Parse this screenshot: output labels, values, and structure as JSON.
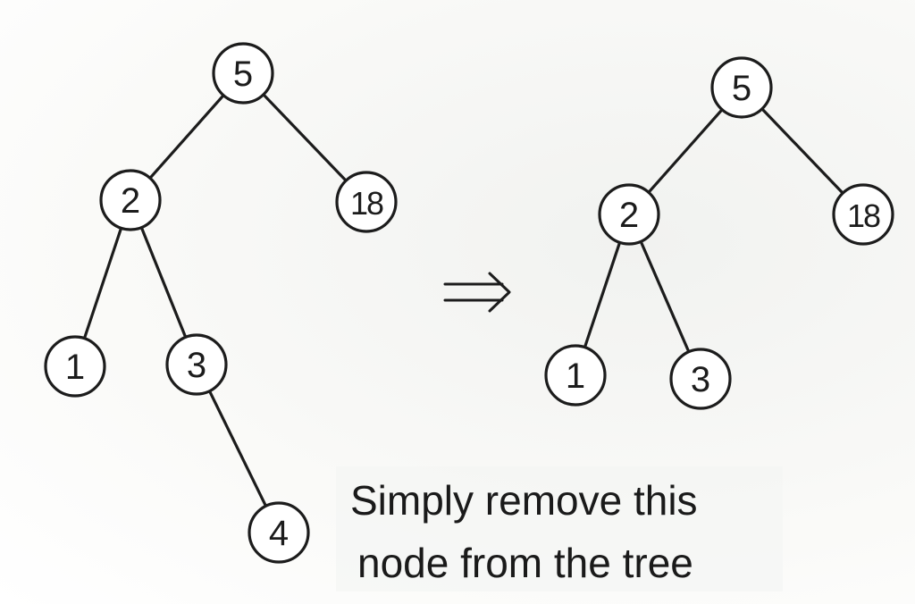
{
  "diagrams": [
    {
      "id": "before",
      "nodes": [
        {
          "id": "b5",
          "label": "5"
        },
        {
          "id": "b2",
          "label": "2"
        },
        {
          "id": "b18",
          "label": "18"
        },
        {
          "id": "b1",
          "label": "1"
        },
        {
          "id": "b3",
          "label": "3"
        },
        {
          "id": "b4",
          "label": "4"
        }
      ],
      "edges": [
        [
          "b5",
          "b2"
        ],
        [
          "b5",
          "b18"
        ],
        [
          "b2",
          "b1"
        ],
        [
          "b2",
          "b3"
        ],
        [
          "b3",
          "b4"
        ]
      ]
    },
    {
      "id": "after",
      "nodes": [
        {
          "id": "a5",
          "label": "5"
        },
        {
          "id": "a2",
          "label": "2"
        },
        {
          "id": "a18",
          "label": "18"
        },
        {
          "id": "a1",
          "label": "1"
        },
        {
          "id": "a3",
          "label": "3"
        }
      ],
      "edges": [
        [
          "a5",
          "a2"
        ],
        [
          "a5",
          "a18"
        ],
        [
          "a2",
          "a1"
        ],
        [
          "a2",
          "a3"
        ]
      ]
    }
  ],
  "arrow_icon": "double-arrow-right-icon",
  "caption": {
    "line1": "Simply remove this",
    "line2": "node from the tree"
  }
}
